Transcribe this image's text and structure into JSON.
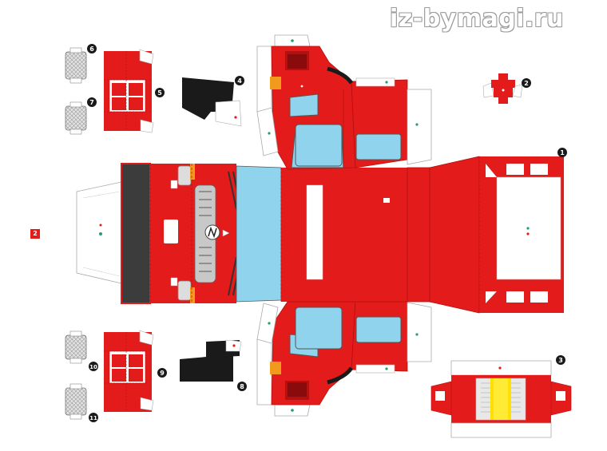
{
  "site_title": "iz-bymagi.ru",
  "page_number": "2",
  "part_numbers": [
    "1",
    "2",
    "3",
    "4",
    "5",
    "6",
    "7",
    "8",
    "9",
    "10",
    "11"
  ],
  "colors": {
    "body_red": "#e31b1b",
    "dark_red": "#b41010",
    "window_blue": "#8fd3ec",
    "tire_black": "#1a1a1a",
    "bumper_dark": "#3c3c3c",
    "grille_grey": "#c8c8c8",
    "fold_line": "#aaaaaa",
    "light_orange": "#f29a1c",
    "stripe_yellow": "#ffe000",
    "marker_green": "#22a06b"
  },
  "icons": [
    "scissor-cut-tab",
    "fold-marker-dot",
    "truck-emblem"
  ]
}
